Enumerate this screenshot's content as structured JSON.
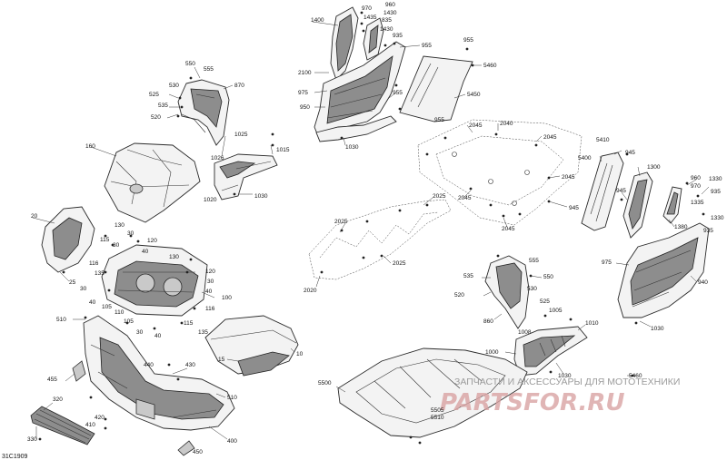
{
  "diagram": {
    "code": "31C1909",
    "watermark_text": "ЗАПЧАСТИ И АКСЕССУАРЫ ДЛЯ МОТОТЕХНИКИ",
    "watermark_logo": "PARTSFOR.RU",
    "callouts": [
      {
        "id": "c10",
        "text": "10"
      },
      {
        "id": "c15",
        "text": "15"
      },
      {
        "id": "c20",
        "text": "20"
      },
      {
        "id": "c25",
        "text": "25"
      },
      {
        "id": "c30a",
        "text": "30"
      },
      {
        "id": "c30b",
        "text": "30"
      },
      {
        "id": "c30c",
        "text": "30"
      },
      {
        "id": "c30d",
        "text": "30"
      },
      {
        "id": "c40a",
        "text": "40"
      },
      {
        "id": "c40b",
        "text": "40"
      },
      {
        "id": "c40c",
        "text": "40"
      },
      {
        "id": "c40d",
        "text": "40"
      },
      {
        "id": "c100",
        "text": "100"
      },
      {
        "id": "c105a",
        "text": "105"
      },
      {
        "id": "c105b",
        "text": "105"
      },
      {
        "id": "c110",
        "text": "110"
      },
      {
        "id": "c115a",
        "text": "115"
      },
      {
        "id": "c115b",
        "text": "115"
      },
      {
        "id": "c116a",
        "text": "116"
      },
      {
        "id": "c116b",
        "text": "116"
      },
      {
        "id": "c120a",
        "text": "120"
      },
      {
        "id": "c120b",
        "text": "120"
      },
      {
        "id": "c130a",
        "text": "130"
      },
      {
        "id": "c130b",
        "text": "130"
      },
      {
        "id": "c135a",
        "text": "135"
      },
      {
        "id": "c135b",
        "text": "135"
      },
      {
        "id": "c160",
        "text": "160"
      },
      {
        "id": "c320",
        "text": "320"
      },
      {
        "id": "c330",
        "text": "330"
      },
      {
        "id": "c400",
        "text": "400"
      },
      {
        "id": "c410",
        "text": "410"
      },
      {
        "id": "c420",
        "text": "420"
      },
      {
        "id": "c430",
        "text": "430"
      },
      {
        "id": "c440",
        "text": "440"
      },
      {
        "id": "c450",
        "text": "450"
      },
      {
        "id": "c455",
        "text": "455"
      },
      {
        "id": "c510a",
        "text": "510"
      },
      {
        "id": "c510b",
        "text": "510"
      },
      {
        "id": "c520a",
        "text": "520"
      },
      {
        "id": "c520b",
        "text": "520"
      },
      {
        "id": "c525a",
        "text": "525"
      },
      {
        "id": "c525b",
        "text": "525"
      },
      {
        "id": "c530a",
        "text": "530"
      },
      {
        "id": "c530b",
        "text": "530"
      },
      {
        "id": "c535a",
        "text": "535"
      },
      {
        "id": "c535b",
        "text": "535"
      },
      {
        "id": "c550a",
        "text": "550"
      },
      {
        "id": "c550b",
        "text": "550"
      },
      {
        "id": "c555a",
        "text": "555"
      },
      {
        "id": "c555b",
        "text": "555"
      },
      {
        "id": "c860",
        "text": "860"
      },
      {
        "id": "c870",
        "text": "870"
      },
      {
        "id": "c1000",
        "text": "1000"
      },
      {
        "id": "c1005",
        "text": "1005"
      },
      {
        "id": "c1008",
        "text": "1008"
      },
      {
        "id": "c1010",
        "text": "1010"
      },
      {
        "id": "c1015",
        "text": "1015"
      },
      {
        "id": "c1020",
        "text": "1020"
      },
      {
        "id": "c1025",
        "text": "1025"
      },
      {
        "id": "c1026",
        "text": "1026"
      },
      {
        "id": "c1030a",
        "text": "1030"
      },
      {
        "id": "c1030b",
        "text": "1030"
      },
      {
        "id": "c1030c",
        "text": "1030"
      },
      {
        "id": "c1030d",
        "text": "1030"
      },
      {
        "id": "c1300",
        "text": "1300"
      },
      {
        "id": "c1330a",
        "text": "1330"
      },
      {
        "id": "c1330b",
        "text": "1330"
      },
      {
        "id": "c1335",
        "text": "1335"
      },
      {
        "id": "c1380",
        "text": "1380"
      },
      {
        "id": "c1400",
        "text": "1400"
      },
      {
        "id": "c1430a",
        "text": "1430"
      },
      {
        "id": "c1430b",
        "text": "1430"
      },
      {
        "id": "c1435",
        "text": "1435"
      },
      {
        "id": "c2020",
        "text": "2020"
      },
      {
        "id": "c2025a",
        "text": "2025"
      },
      {
        "id": "c2025b",
        "text": "2025"
      },
      {
        "id": "c2025c",
        "text": "2025"
      },
      {
        "id": "c2040",
        "text": "2040"
      },
      {
        "id": "c2045a",
        "text": "2045"
      },
      {
        "id": "c2045b",
        "text": "2045"
      },
      {
        "id": "c2045c",
        "text": "2045"
      },
      {
        "id": "c2045d",
        "text": "2045"
      },
      {
        "id": "c2045e",
        "text": "2045"
      },
      {
        "id": "c2100",
        "text": "2100"
      },
      {
        "id": "c5400",
        "text": "5400"
      },
      {
        "id": "c5410",
        "text": "5410"
      },
      {
        "id": "c5450",
        "text": "5450"
      },
      {
        "id": "c5460a",
        "text": "5460"
      },
      {
        "id": "c5460b",
        "text": "5460"
      },
      {
        "id": "c5500",
        "text": "5500"
      },
      {
        "id": "c5505",
        "text": "5505"
      },
      {
        "id": "c5510",
        "text": "5510"
      },
      {
        "id": "c835",
        "text": "835"
      },
      {
        "id": "c935a",
        "text": "935"
      },
      {
        "id": "c935b",
        "text": "935"
      },
      {
        "id": "c935c",
        "text": "935"
      },
      {
        "id": "c940",
        "text": "940"
      },
      {
        "id": "c945a",
        "text": "945"
      },
      {
        "id": "c945b",
        "text": "945"
      },
      {
        "id": "c945c",
        "text": "945"
      },
      {
        "id": "c950",
        "text": "950"
      },
      {
        "id": "c955a",
        "text": "955"
      },
      {
        "id": "c955b",
        "text": "955"
      },
      {
        "id": "c955c",
        "text": "955"
      },
      {
        "id": "c955d",
        "text": "955"
      },
      {
        "id": "c960a",
        "text": "960"
      },
      {
        "id": "c960b",
        "text": "960"
      },
      {
        "id": "c970a",
        "text": "970"
      },
      {
        "id": "c970b",
        "text": "970"
      },
      {
        "id": "c975a",
        "text": "975"
      },
      {
        "id": "c975b",
        "text": "975"
      }
    ]
  }
}
